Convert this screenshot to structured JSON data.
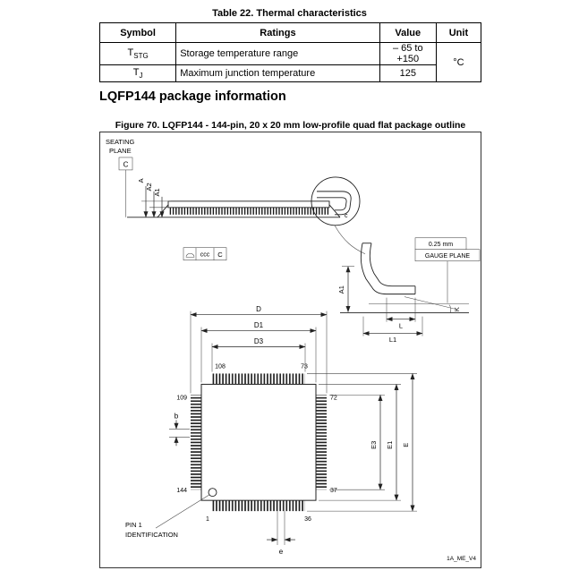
{
  "page": {
    "table_title": "Table 22. Thermal characteristics",
    "section_heading": "LQFP144 package information",
    "figure_caption": "Figure 70. LQFP144 - 144-pin, 20 x 20 mm low-profile quad flat package outline",
    "figure_code": "1A_ME_V4"
  },
  "table": {
    "headers": [
      "Symbol",
      "Ratings",
      "Value",
      "Unit"
    ],
    "rows": [
      {
        "symbol": "T",
        "symbol_sub": "STG",
        "rating": "Storage temperature range",
        "value": "– 65 to +150"
      },
      {
        "symbol": "T",
        "symbol_sub": "J",
        "rating": "Maximum junction temperature",
        "value": "125"
      }
    ],
    "unit": "°C"
  },
  "figure": {
    "seating_plane_line1": "SEATING",
    "seating_plane_line2": "PLANE",
    "datum_c": "C",
    "dim_a": "A",
    "dim_a2": "A2",
    "dim_a1": "A1",
    "detail_c": "c",
    "ccc": "ccc",
    "ccc_datum": "C",
    "gauge_offset": "0.25 mm",
    "gauge_plane": "GAUGE PLANE",
    "detail_a1": "A1",
    "dim_l": "L",
    "dim_l1": "L1",
    "dim_k": "K",
    "dim_d": "D",
    "dim_d1": "D1",
    "dim_d3": "D3",
    "dim_e": "E",
    "dim_e1": "E1",
    "dim_e3": "E3",
    "dim_b": "b",
    "pitch_e": "e",
    "pin_108": "108",
    "pin_73": "73",
    "pin_109": "109",
    "pin_72": "72",
    "pin_144": "144",
    "pin_37": "37",
    "pin_1": "1",
    "pin_36": "36",
    "pin1_line1": "PIN 1",
    "pin1_line2": "IDENTIFICATION"
  }
}
